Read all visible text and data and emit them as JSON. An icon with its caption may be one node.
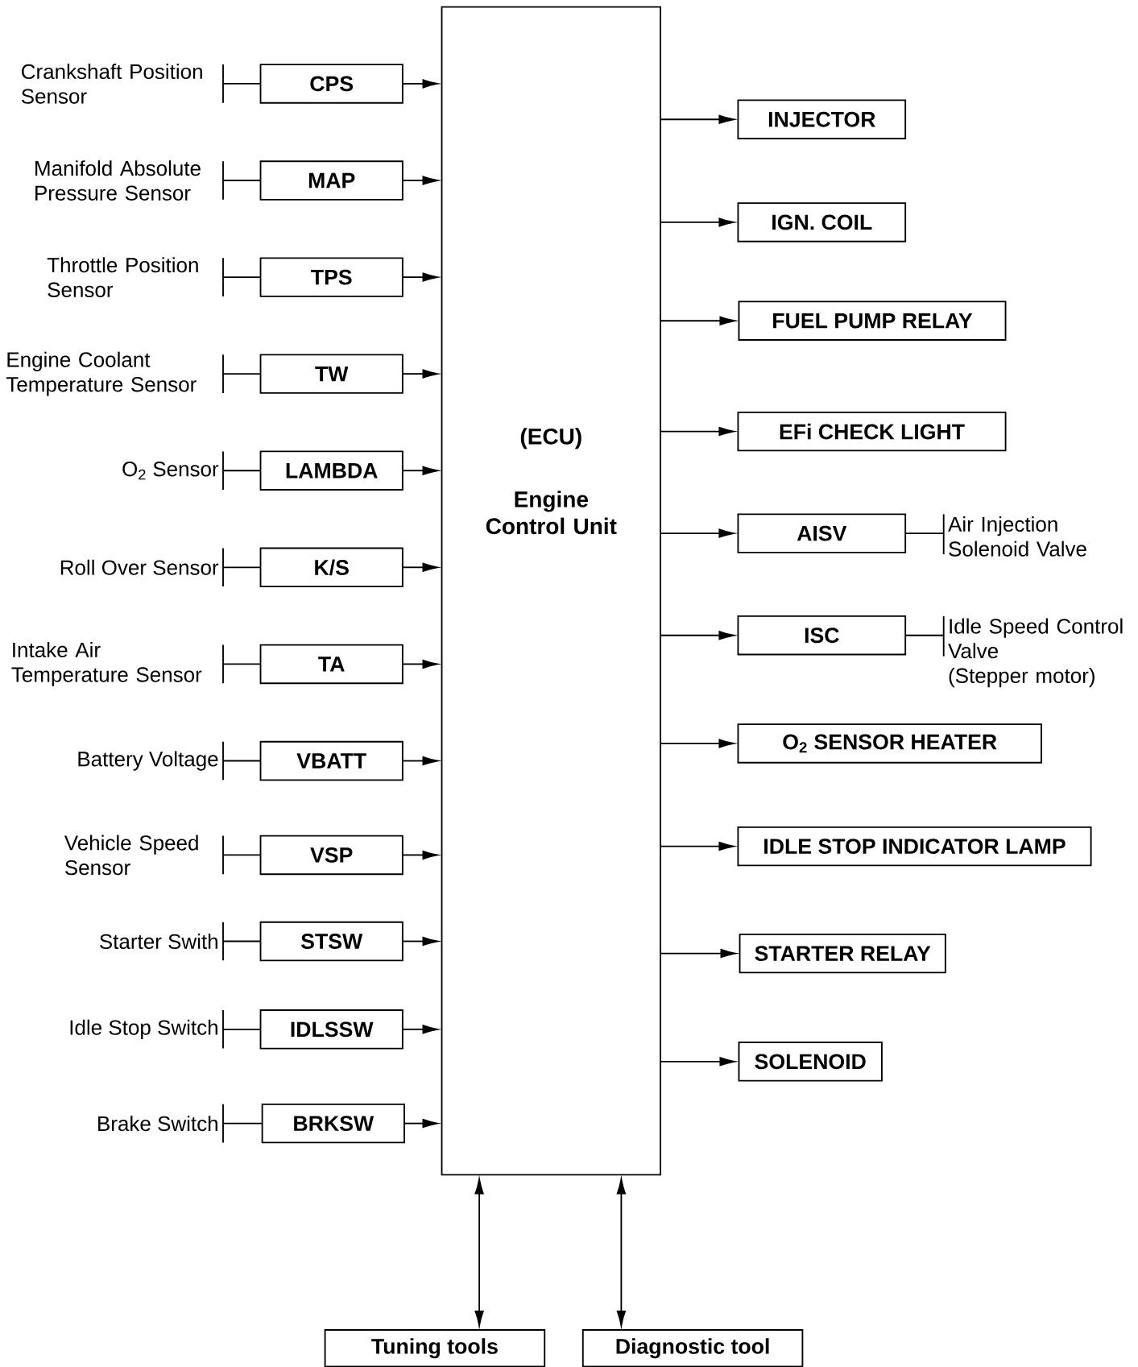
{
  "diagram": {
    "nodes": [
      {
        "text": [
          "(ECU)",
          "Engine Control Unit"
        ]
      },
      {
        "text": [
          "Crankshaft Position Sensor"
        ]
      },
      {
        "text": [
          "CPS"
        ]
      },
      {
        "text": [
          "Manifold Absolute Pressure Sensor"
        ]
      },
      {
        "text": [
          "MAP"
        ]
      },
      {
        "text": [
          "Throttle Position Sensor"
        ]
      },
      {
        "text": [
          "TPS"
        ]
      },
      {
        "text": [
          "Engine Coolant Temperature Sensor"
        ]
      },
      {
        "text": [
          "TW"
        ]
      },
      {
        "text": [
          "O$_{2}$ Sensor"
        ]
      },
      {
        "text": [
          "LAMBDA"
        ]
      },
      {
        "text": [
          "Roll Over Sensor"
        ]
      },
      {
        "text": [
          "K/S"
        ]
      },
      {
        "text": [
          "Intake Air Temperature Sensor"
        ]
      },
      {
        "text": [
          "TA"
        ]
      },
      {
        "text": [
          "Battery Voltage"
        ]
      },
      {
        "text": [
          "VBATT"
        ]
      },
      {
        "text": [
          "Vehicle Speed Sensor"
        ]
      },
      {
        "text": [
          "VSP"
        ]
      },
      {
        "text": [
          "Starter Swith"
        ]
      },
      {
        "text": [
          "STSW"
        ]
      },
      {
        "text": [
          "Idle Stop Switch"
        ]
      },
      {
        "text": [
          "IDLSSW"
        ]
      },
      {
        "text": [
          "Brake Switch"
        ]
      },
      {
        "text": [
          "BRKSW"
        ]
      },
      {
        "text": [
          "INJECTOR"
        ]
      },
      {
        "text": [
          "IGN. COIL"
        ]
      },
      {
        "text": [
          "FUEL PUMP RELAY"
        ]
      },
      {
        "text": [
          "EFi CHECK LIGHT"
        ]
      },
      {
        "text": [
          "AISV"
        ]
      },
      {
        "text": [
          "Air Injection Solenoid Valve"
        ]
      },
      {
        "text": [
          "ISC"
        ]
      },
      {
        "text": [
          "Idle Speed Control Valve",
          "(Stepper motor)"
        ]
      },
      {
        "text": [
          "O$_{2}$ SENSOR HEATER"
        ]
      },
      {
        "text": [
          "IDLE STOP INDICATOR LAMP"
        ]
      },
      {
        "text": [
          "STARTER RELAY"
        ]
      },
      {
        "text": [
          "SOLENOID"
        ]
      },
      {
        "text": [
          "Tuning tools"
        ]
      },
      {
        "text": [
          "Diagnostic tool"
        ]
      }
    ],
    "edges": [
      {
        "from": 1,
        "to": 2,
        "arrow": "none"
      },
      {
        "from": 2,
        "to": 0,
        "arrow": "to"
      },
      {
        "from": 3,
        "to": 4,
        "arrow": "none"
      },
      {
        "from": 4,
        "to": 0,
        "arrow": "to"
      },
      {
        "from": 5,
        "to": 6,
        "arrow": "none"
      },
      {
        "from": 6,
        "to": 0,
        "arrow": "to"
      },
      {
        "from": 7,
        "to": 8,
        "arrow": "none"
      },
      {
        "from": 8,
        "to": 0,
        "arrow": "to"
      },
      {
        "from": 9,
        "to": 10,
        "arrow": "none"
      },
      {
        "from": 10,
        "to": 0,
        "arrow": "to"
      },
      {
        "from": 11,
        "to": 12,
        "arrow": "none"
      },
      {
        "from": 12,
        "to": 0,
        "arrow": "to"
      },
      {
        "from": 13,
        "to": 14,
        "arrow": "none"
      },
      {
        "from": 14,
        "to": 0,
        "arrow": "to"
      },
      {
        "from": 15,
        "to": 16,
        "arrow": "none"
      },
      {
        "from": 16,
        "to": 0,
        "arrow": "to"
      },
      {
        "from": 17,
        "to": 18,
        "arrow": "none"
      },
      {
        "from": 18,
        "to": 0,
        "arrow": "to"
      },
      {
        "from": 19,
        "to": 20,
        "arrow": "none"
      },
      {
        "from": 20,
        "to": 0,
        "arrow": "to"
      },
      {
        "from": 21,
        "to": 22,
        "arrow": "none"
      },
      {
        "from": 22,
        "to": 0,
        "arrow": "to"
      },
      {
        "from": 23,
        "to": 24,
        "arrow": "none"
      },
      {
        "from": 24,
        "to": 0,
        "arrow": "to"
      },
      {
        "from": 0,
        "to": 25,
        "arrow": "to"
      },
      {
        "from": 0,
        "to": 26,
        "arrow": "to"
      },
      {
        "from": 0,
        "to": 27,
        "arrow": "to"
      },
      {
        "from": 0,
        "to": 28,
        "arrow": "to"
      },
      {
        "from": 0,
        "to": 29,
        "arrow": "to"
      },
      {
        "from": 29,
        "to": 30,
        "arrow": "none"
      },
      {
        "from": 0,
        "to": 31,
        "arrow": "to"
      },
      {
        "from": 31,
        "to": 32,
        "arrow": "none"
      },
      {
        "from": 0,
        "to": 33,
        "arrow": "to"
      },
      {
        "from": 0,
        "to": 34,
        "arrow": "to"
      },
      {
        "from": 0,
        "to": 35,
        "arrow": "to"
      },
      {
        "from": 0,
        "to": 36,
        "arrow": "to"
      },
      {
        "from": 0,
        "to": 37,
        "arrow": "both"
      },
      {
        "from": 0,
        "to": 38,
        "arrow": "both"
      }
    ]
  }
}
